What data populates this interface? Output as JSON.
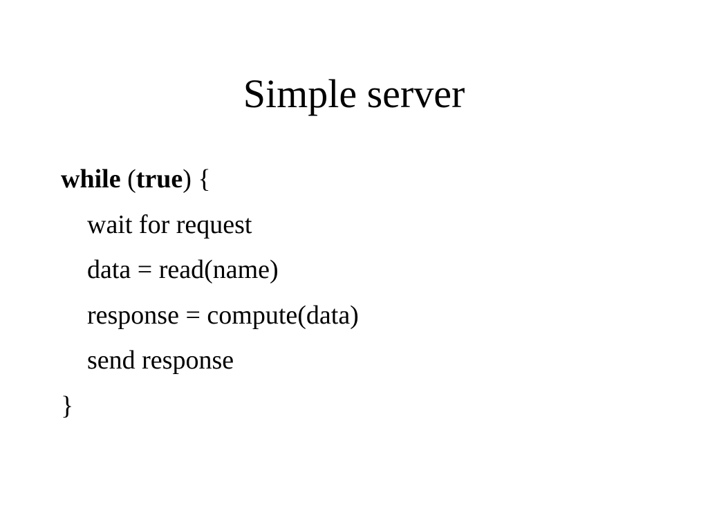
{
  "slide": {
    "title": "Simple server",
    "code": {
      "while_keyword": "while",
      "open_paren": " (",
      "true_keyword": "true",
      "close_paren_brace": ") {",
      "body_lines": [
        "wait for request",
        "data = read(name)",
        "response = compute(data)",
        "send response"
      ],
      "closing_brace": "}"
    }
  }
}
